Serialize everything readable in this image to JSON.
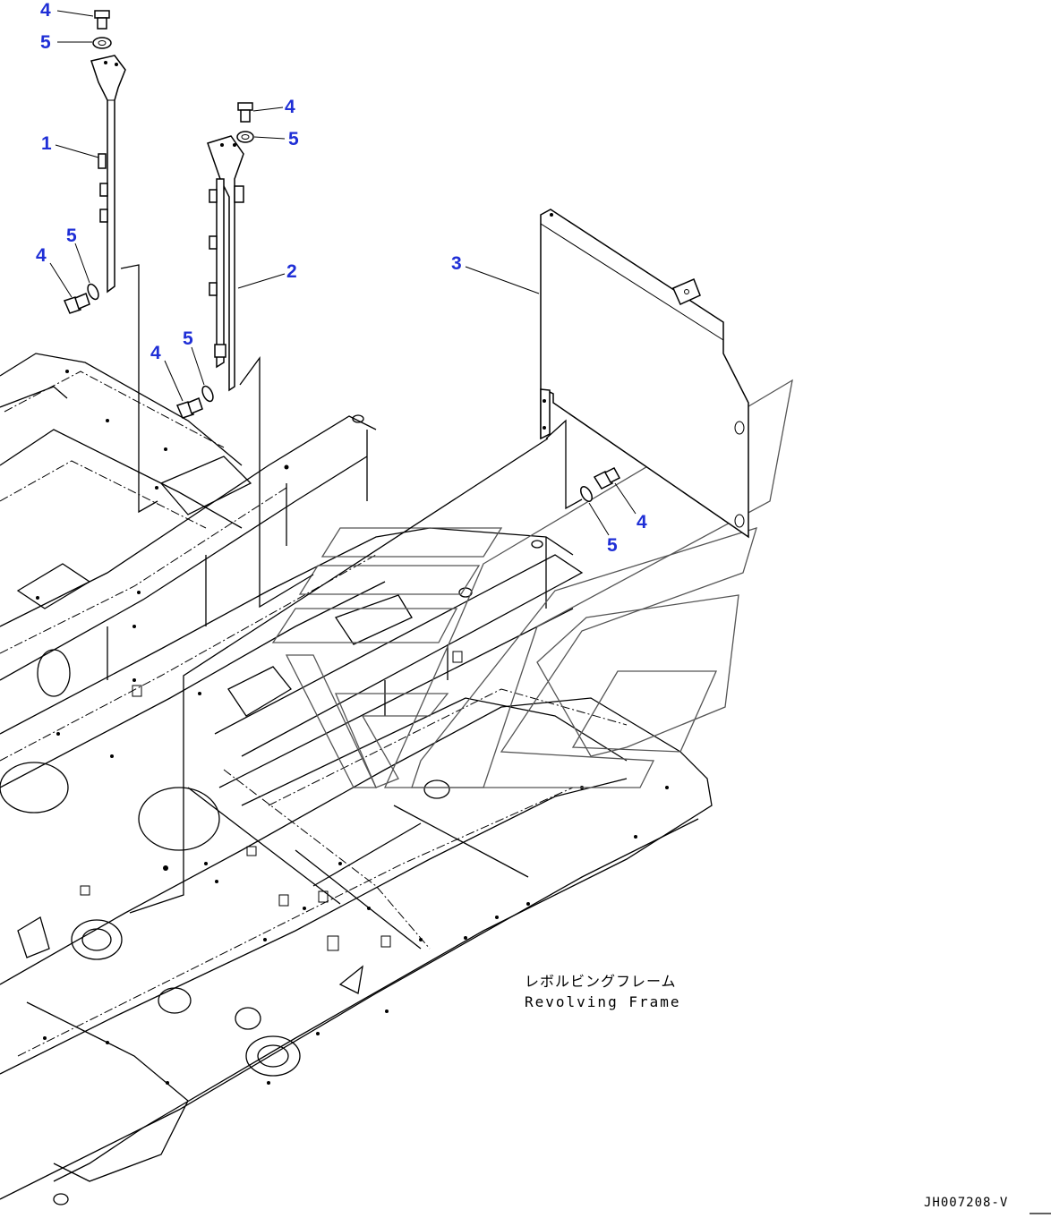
{
  "callouts": {
    "c1": "4",
    "c2": "5",
    "c3": "1",
    "c4": "5",
    "c5": "4",
    "c6": "4",
    "c7": "5",
    "c8": "2",
    "c9": "5",
    "c10": "4",
    "c11": "3",
    "c12": "4",
    "c13": "5"
  },
  "frame_label": {
    "japanese": "レボルビングフレーム",
    "english": "Revolving Frame"
  },
  "drawing_code": "JH007208-V"
}
